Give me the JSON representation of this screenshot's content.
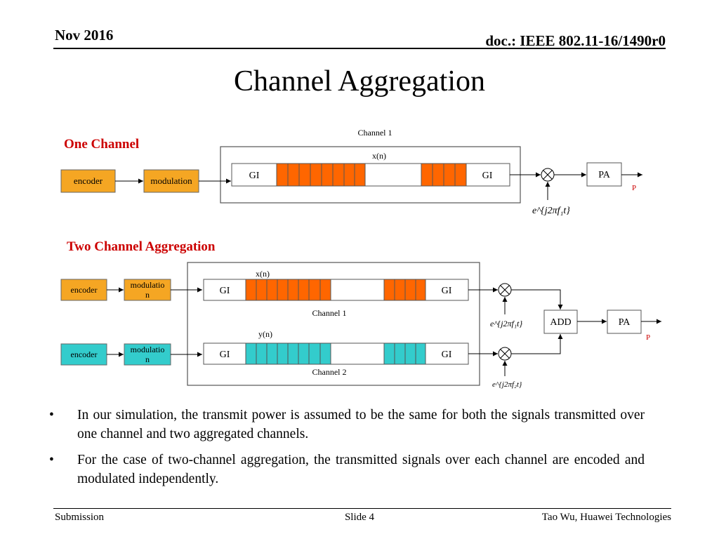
{
  "header": {
    "date": "Nov 2016",
    "doc": "doc.: IEEE 802.11-16/1490r0"
  },
  "title": "Channel Aggregation",
  "diagram": {
    "one_channel": {
      "section_label": "One Channel",
      "channel_label": "Channel 1",
      "signal_label": "x(n)",
      "encoder": "encoder",
      "modulation": "modulation",
      "gi_left": "GI",
      "gi_right": "GI",
      "pa": "PA",
      "output": "P",
      "carrier": "e^{j2πf₁t}"
    },
    "two_channel": {
      "section_label": "Two Channel Aggregation",
      "signal_x": "x(n)",
      "signal_y": "y(n)",
      "channel1_label": "Channel 1",
      "channel2_label": "Channel 2",
      "encoder1": "encoder",
      "encoder2": "encoder",
      "modulation1_l1": "modulatio",
      "modulation1_l2": "n",
      "modulation2_l1": "modulatio",
      "modulation2_l2": "n",
      "gi": "GI",
      "add": "ADD",
      "pa": "PA",
      "output": "P",
      "carrier1": "e^{j2πf₁t}",
      "carrier2": "e^{j2πf₂t}"
    },
    "colors": {
      "orange": "#F5A623",
      "block_orange": "#FF6600",
      "cyan": "#33CCCC",
      "label_red": "#CC0000"
    }
  },
  "bullets": [
    "In our simulation, the transmit power is assumed to be the same for both the signals transmitted over one channel and two aggregated channels.",
    "For the case of two-channel aggregation, the transmitted signals over each channel are encoded and modulated independently."
  ],
  "footer": {
    "left": "Submission",
    "center": "Slide 4",
    "right": "Tao Wu, Huawei Technologies"
  }
}
